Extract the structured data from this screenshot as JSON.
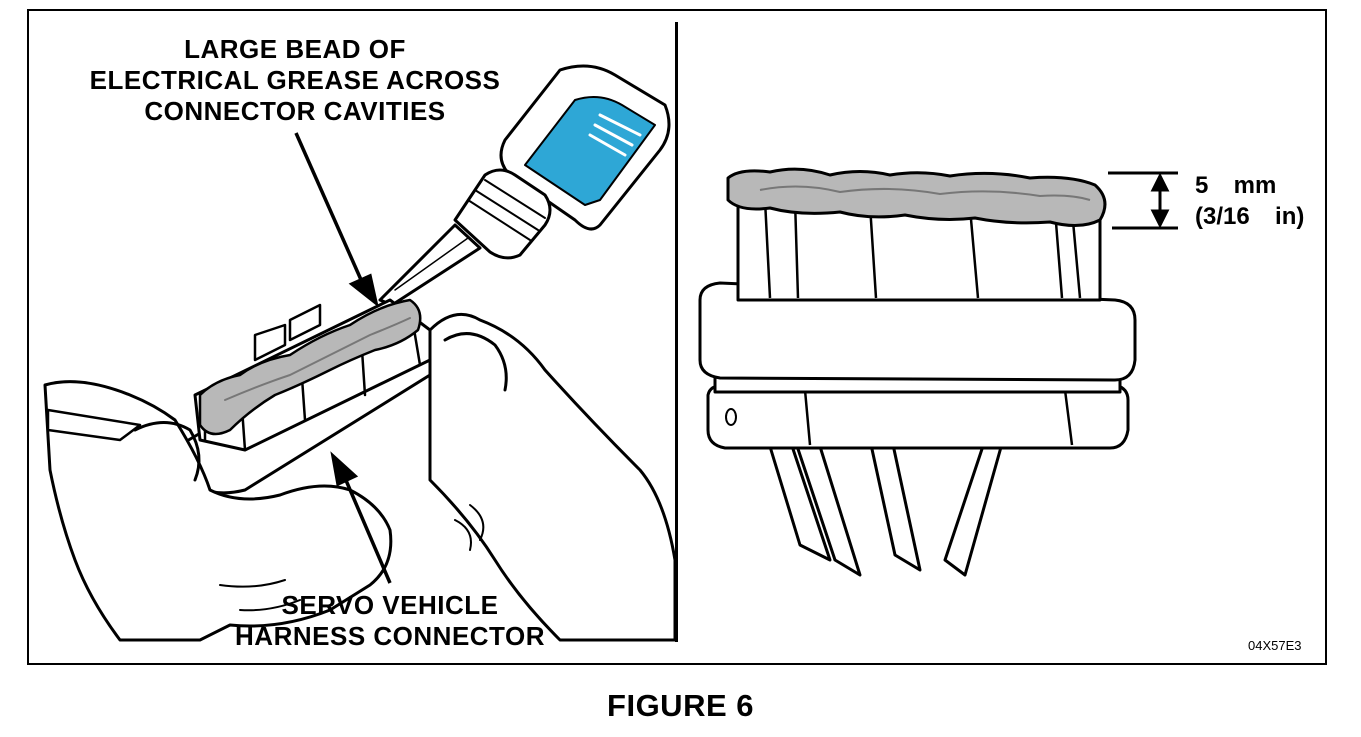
{
  "callouts": {
    "grease": [
      "LARGE BEAD OF",
      "ELECTRICAL GREASE ACROSS",
      "CONNECTOR CAVITIES"
    ],
    "servo": [
      "SERVO VEHICLE",
      "HARNESS CONNECTOR"
    ]
  },
  "dimension": {
    "metric": "5  mm",
    "imperial": "(3/16  in)"
  },
  "figure_code": "04X57E3",
  "caption": "FIGURE 6",
  "colors": {
    "grease": "#b8b8b8",
    "bottle_label": "#2ea7d6",
    "line": "#000000"
  }
}
